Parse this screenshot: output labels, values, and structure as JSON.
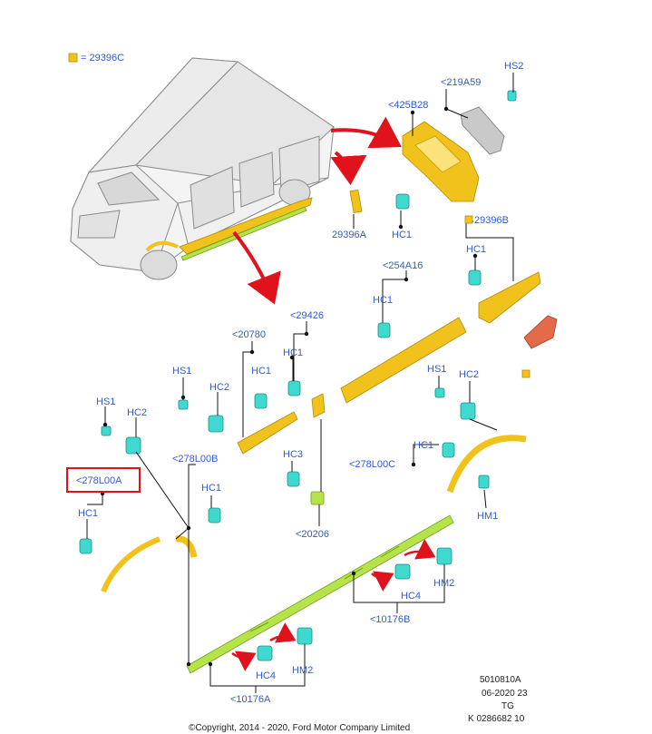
{
  "legend": {
    "swatch_color": "#f1c21b",
    "text": "= 29396C"
  },
  "callouts": {
    "c_219A59": "<219A59",
    "c_HS2": "HS2",
    "c_425B28": "<425B28",
    "c_29396A": "29396A",
    "c_HC1_door": "HC1",
    "c_29396B": "29396B",
    "c_HC1_rear": "HC1",
    "c_254A16": "<254A16",
    "c_HC1_254": "HC1",
    "c_29426": "<29426",
    "c_20780": "<20780",
    "c_HC1_29426": "HC1",
    "c_HS1_20780": "HS1",
    "c_HC2_20780": "HC2",
    "c_HC1_20780": "HC1",
    "c_HS1_left": "HS1",
    "c_HC2_left": "HC2",
    "c_HS1_rwa": "HS1",
    "c_HC2_rwa": "HC2",
    "c_HC3": "HC3",
    "c_278L00B": "<278L00B",
    "c_HC1_278C": "HC1",
    "c_278L00C": "<278L00C",
    "c_278L00A": "<278L00A",
    "c_HC1_278B": "HC1",
    "c_HC1_278A": "HC1",
    "c_HM1": "HM1",
    "c_20206": "<20206",
    "c_HC4_top": "HC4",
    "c_HM2_top": "HM2",
    "c_10176B": "<10176B",
    "c_HC4_bot": "HC4",
    "c_HM2_bot": "HM2",
    "c_10176A": "<10176A"
  },
  "highlight_color": "#e0121b",
  "footer": {
    "line1": "5010810A",
    "line2": "06-2020 23",
    "line3": "TG",
    "line4": "K 0286682 10",
    "copyright": "©Copyright, 2014 - 2020, Ford Motor Company Limited"
  },
  "colors": {
    "callout_text": "#2e5bd6",
    "fastener": "#3fd9cf",
    "moulding": "#f1c21b",
    "sill_trim": "#b6e24a",
    "arrow": "#e0121b"
  }
}
